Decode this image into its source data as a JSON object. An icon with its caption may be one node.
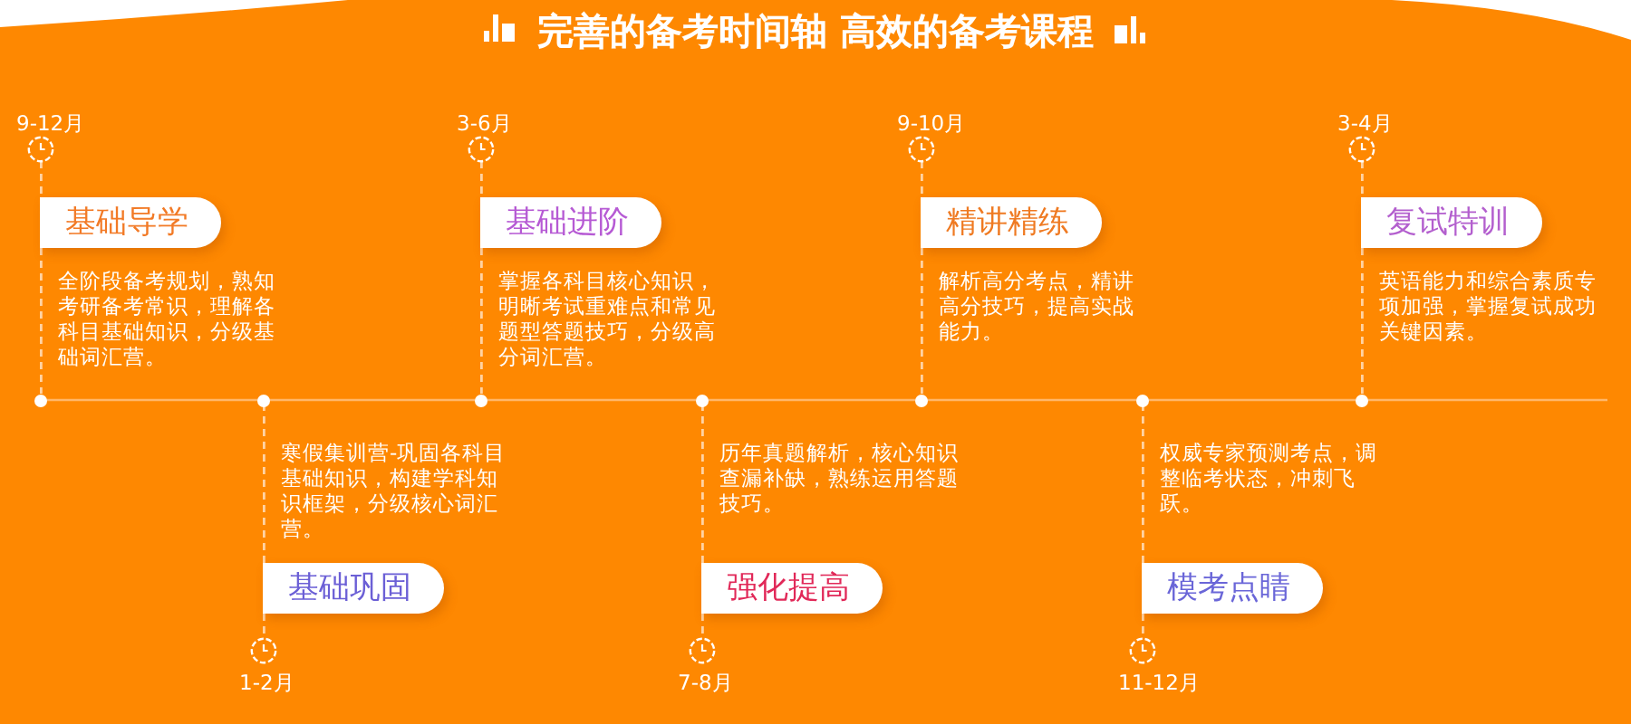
{
  "diagram": {
    "title": "完善的备考时间轴 高效的备考课程",
    "nodes": [
      {
        "text": [
          "基础导学"
        ],
        "beside": [
          "9-12月",
          "全阶段备考规划，熟知考研备考常识，理解各科目基础知识，分级基础词汇营。"
        ]
      },
      {
        "text": [
          "基础巩固"
        ],
        "beside": [
          "寒假集训营-巩固各科目基础知识，构建学科知识框架，分级核心词汇营。",
          "1-2月"
        ]
      },
      {
        "text": [
          "基础进阶"
        ],
        "beside": [
          "3-6月",
          "掌握各科目核心知识，明晰考试重难点和常见题型答题技巧，分级高分词汇营。"
        ]
      },
      {
        "text": [
          "强化提高"
        ],
        "beside": [
          "历年真题解析，核心知识查漏补缺，熟练运用答题技巧。",
          "7-8月"
        ]
      },
      {
        "text": [
          "精讲精练"
        ],
        "beside": [
          "9-10月",
          "解析高分考点，精讲高分技巧，提高实战能力。"
        ]
      },
      {
        "text": [
          "模考点睛"
        ],
        "beside": [
          "权威专家预测考点，调整临考状态，冲刺飞跃。",
          "11-12月"
        ]
      },
      {
        "text": [
          "复试特训"
        ],
        "beside": [
          "3-4月",
          "英语能力和综合素质专项加强，掌握复试成功关键因素。"
        ]
      },
      {
        "text": [],
        "shape": "circle"
      },
      {
        "text": [],
        "shape": "circle"
      },
      {
        "text": [],
        "shape": "circle"
      },
      {
        "text": [],
        "shape": "circle"
      },
      {
        "text": [],
        "shape": "circle"
      },
      {
        "text": [],
        "shape": "circle"
      },
      {
        "text": [],
        "shape": "circle"
      }
    ],
    "edges": [
      {
        "from": 0,
        "to": 7,
        "arrow": "none",
        "style": "dashed"
      },
      {
        "from": 1,
        "to": 8,
        "arrow": "none",
        "style": "dashed"
      },
      {
        "from": 2,
        "to": 9,
        "arrow": "none",
        "style": "dashed"
      },
      {
        "from": 3,
        "to": 10,
        "arrow": "none",
        "style": "dashed"
      },
      {
        "from": 4,
        "to": 11,
        "arrow": "none",
        "style": "dashed"
      },
      {
        "from": 5,
        "to": 12,
        "arrow": "none",
        "style": "dashed"
      },
      {
        "from": 6,
        "to": 13,
        "arrow": "none",
        "style": "dashed"
      }
    ]
  }
}
